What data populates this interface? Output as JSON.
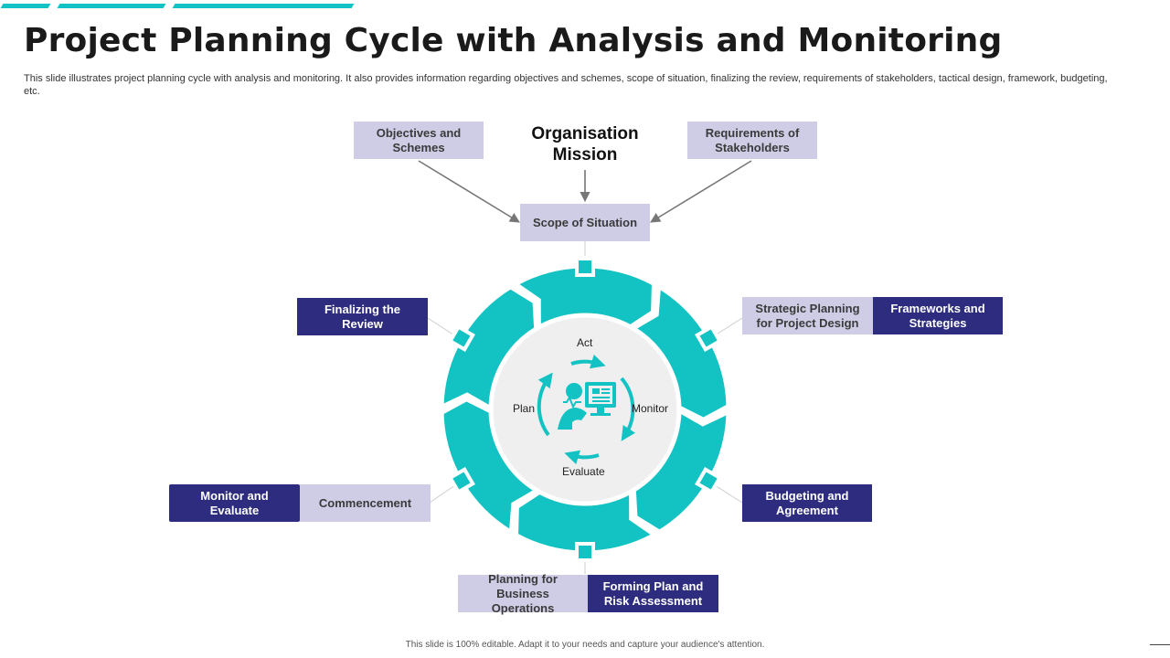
{
  "header": {
    "title": "Project Planning Cycle with Analysis and Monitoring",
    "subtitle": "This slide illustrates project planning cycle with analysis and monitoring. It also provides information regarding objectives and schemes, scope of situation, finalizing the review, requirements of stakeholders, tactical design, framework, budgeting, etc."
  },
  "top": {
    "objectives": "Objectives and Schemes",
    "mission": "Organisation Mission",
    "requirements": "Requirements of Stakeholders",
    "scope": "Scope of Situation"
  },
  "stages": {
    "finalizing": "Finalizing the Review",
    "strategic": "Strategic Planning for Project Design",
    "frameworks": "Frameworks and Strategies",
    "monitor": "Monitor and Evaluate",
    "commencement": "Commencement",
    "budgeting": "Budgeting and Agreement",
    "planning_business": "Planning for Business Operations",
    "forming_plan": "Forming Plan and Risk Assessment"
  },
  "cycle": {
    "act": "Act",
    "monitor": "Monitor",
    "evaluate": "Evaluate",
    "plan": "Plan"
  },
  "footer": "This slide is 100% editable. Adapt it to your needs and capture your audience's attention.",
  "colors": {
    "teal": "#13c2c2",
    "navy": "#2e2c7e",
    "lavender": "#cfcde6",
    "center": "#efefef"
  },
  "icons": {
    "center": "analyst-monitor-icon",
    "connector": "square-node-icon"
  }
}
